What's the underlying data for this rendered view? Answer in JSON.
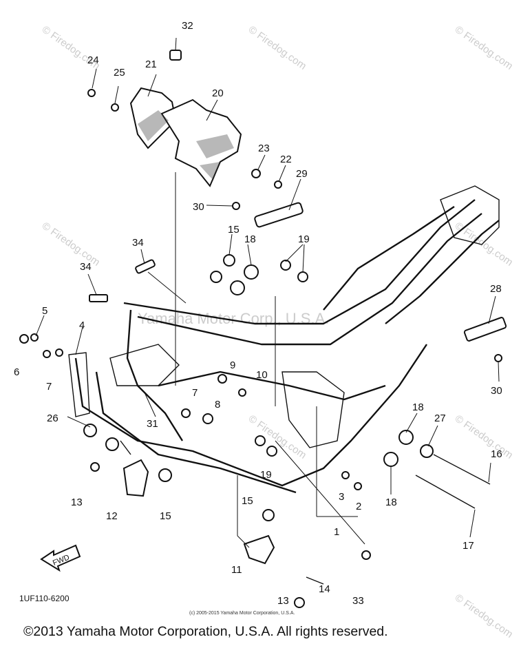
{
  "diagram": {
    "callouts": [
      "1",
      "2",
      "3",
      "4",
      "5",
      "6",
      "7",
      "7",
      "8",
      "9",
      "10",
      "11",
      "12",
      "13",
      "13",
      "14",
      "15",
      "15",
      "15",
      "16",
      "17",
      "18",
      "18",
      "18",
      "19",
      "19",
      "20",
      "21",
      "22",
      "23",
      "24",
      "25",
      "26",
      "27",
      "28",
      "29",
      "30",
      "30",
      "31",
      "32",
      "33",
      "34",
      "34"
    ],
    "fwd_label": "FWD",
    "watermark": "© Firedog.com",
    "watermark_center": "Yamaha Motor Corp., U.S.A."
  },
  "footer": {
    "code": "1UF110-6200",
    "small_copyright": "(c) 2005-2015 Yamaha Motor Corporation, U.S.A.",
    "copyright": "©2013 Yamaha Motor Corporation, U.S.A. All rights reserved."
  },
  "colors": {
    "ink": "#111111",
    "watermark": "#cccccc",
    "background": "#ffffff"
  }
}
